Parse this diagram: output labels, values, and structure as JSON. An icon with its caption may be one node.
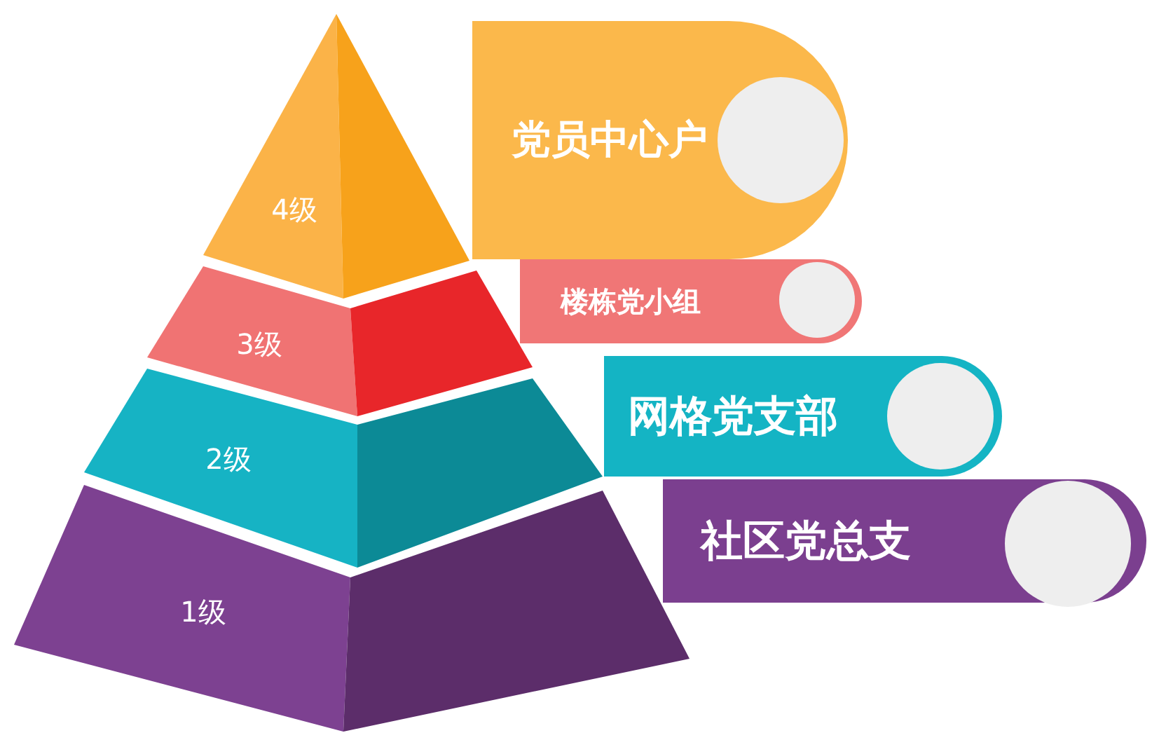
{
  "diagram": {
    "nodes": [
      {
        "text": [
          "4级"
        ]
      },
      {
        "text": [
          "党员中心户"
        ]
      },
      {
        "text": [
          "3级"
        ]
      },
      {
        "text": [
          "楼栋党小组"
        ]
      },
      {
        "text": [
          "2级"
        ]
      },
      {
        "text": [
          "网格党支部"
        ]
      },
      {
        "text": [
          "1级"
        ]
      },
      {
        "text": [
          "社区党总支"
        ]
      }
    ]
  }
}
